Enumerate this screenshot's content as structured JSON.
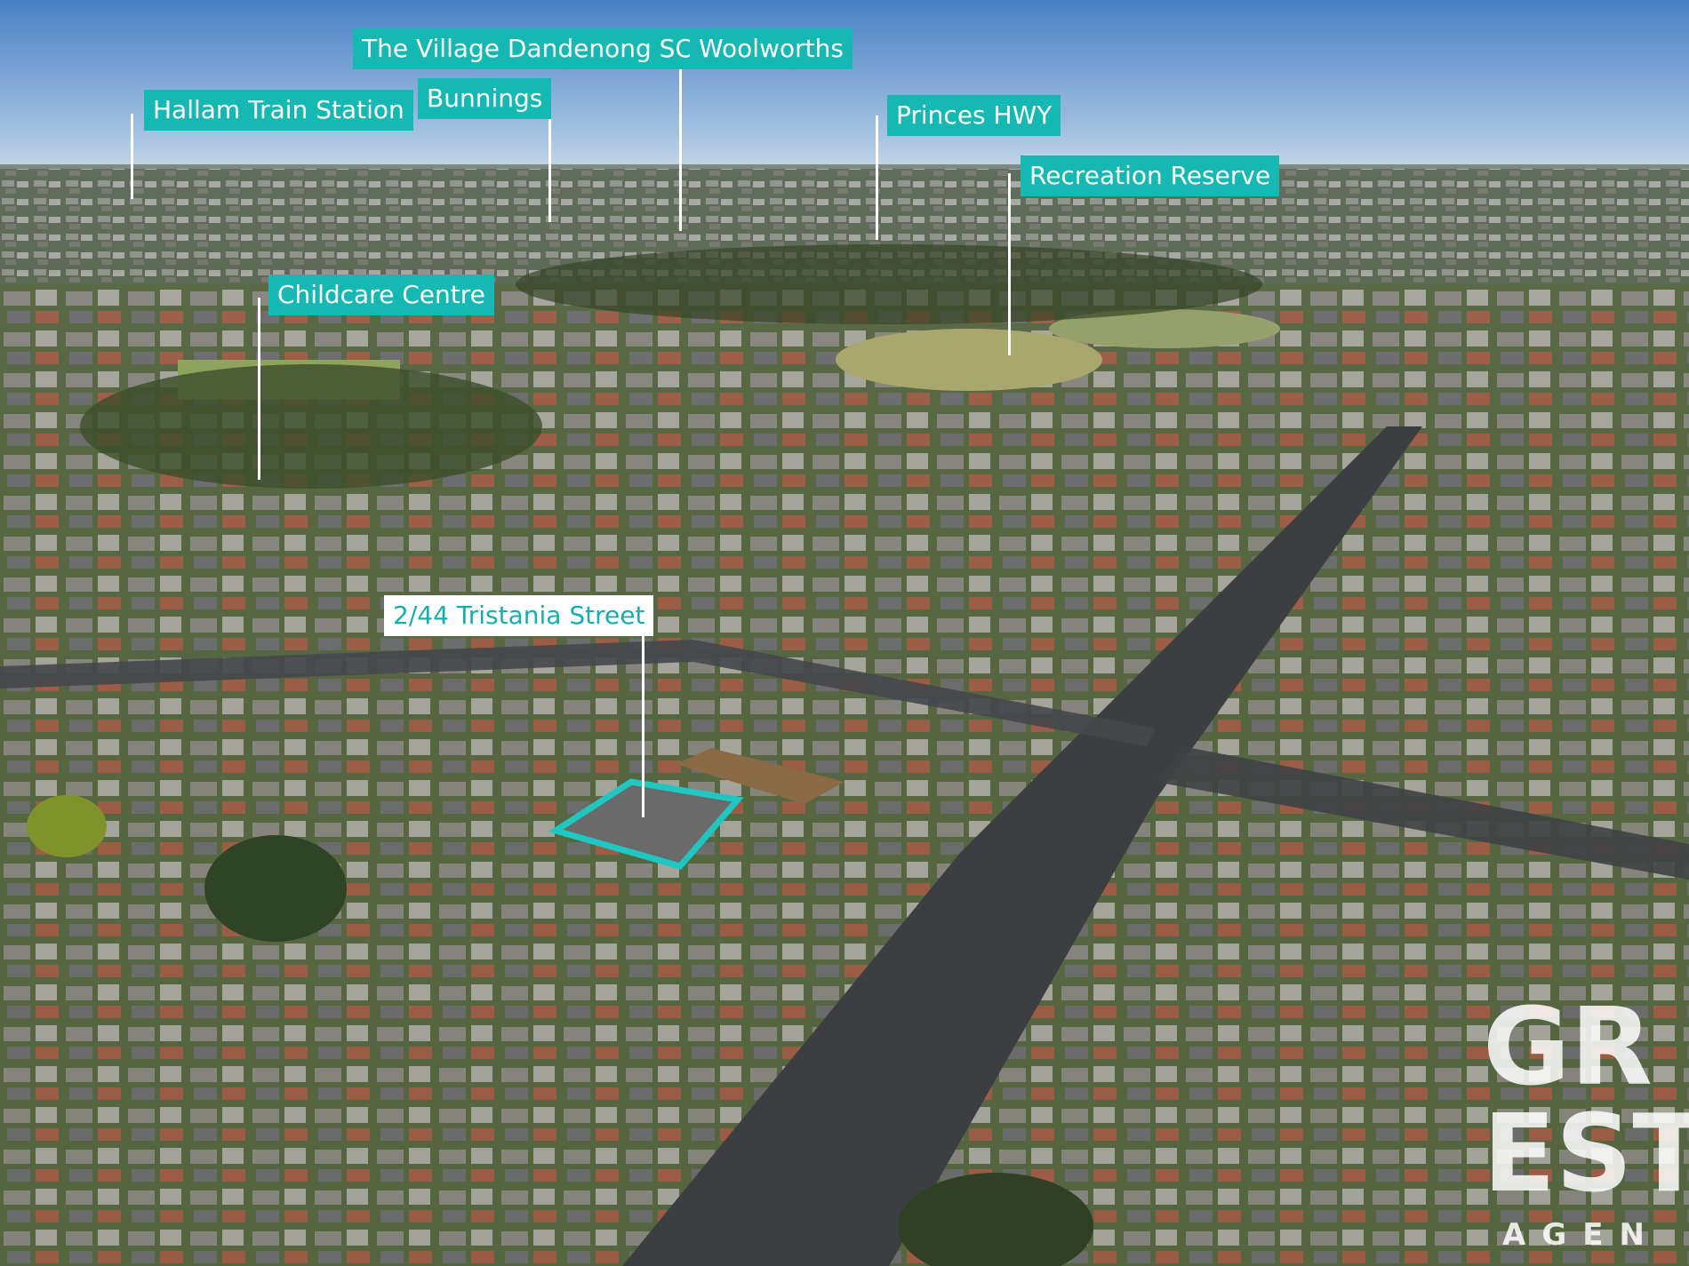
{
  "labels": {
    "hallam": "Hallam Train Station",
    "village": "The Village Dandenong SC",
    "bunnings": "Bunnings",
    "woolworths": "Woolworths",
    "princes": "Princes HWY",
    "recreation": "Recreation Reserve",
    "childcare": "Childcare Centre",
    "property": "2/44 Tristania Street"
  },
  "watermark": {
    "line1": "GR",
    "line2": "EST",
    "line3": "AGEN"
  },
  "colors": {
    "label_bg": "#15b8b3",
    "property_outline": "#1fc7c0",
    "sky_top": "#4f86c9",
    "sky_horizon": "#c9dbe9"
  }
}
